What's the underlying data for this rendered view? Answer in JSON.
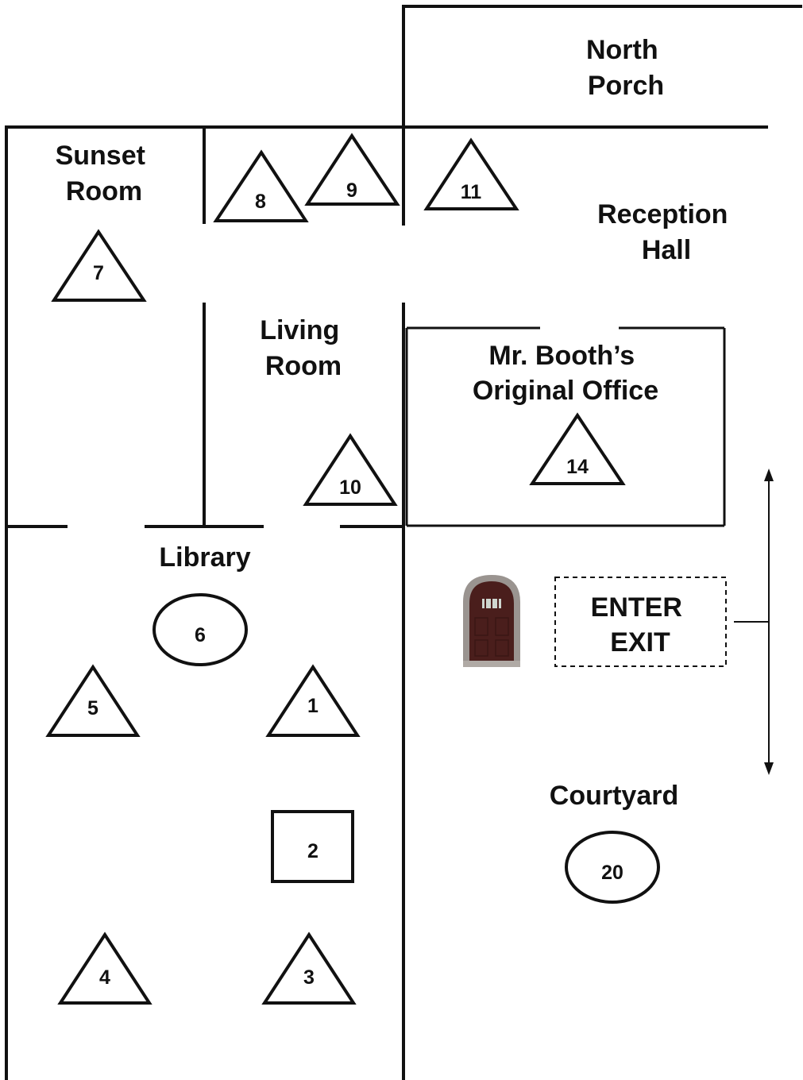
{
  "rooms": {
    "north_porch": [
      "North",
      "Porch"
    ],
    "sunset_room": [
      "Sunset",
      "Room"
    ],
    "reception_hall": [
      "Reception",
      "Hall"
    ],
    "living_room": [
      "Living",
      "Room"
    ],
    "office": [
      "Mr. Booth’s",
      "Original Office"
    ],
    "library": [
      "Library"
    ],
    "courtyard": [
      "Courtyard"
    ]
  },
  "entrance": {
    "label_line1": "ENTER",
    "label_line2": "EXIT",
    "door_icon": "arched-door-icon",
    "arrow_icon": "double-arrow-icon"
  },
  "stops": [
    {
      "id": "1",
      "shape": "triangle"
    },
    {
      "id": "2",
      "shape": "square"
    },
    {
      "id": "3",
      "shape": "triangle"
    },
    {
      "id": "4",
      "shape": "triangle"
    },
    {
      "id": "5",
      "shape": "triangle"
    },
    {
      "id": "6",
      "shape": "circle"
    },
    {
      "id": "7",
      "shape": "triangle"
    },
    {
      "id": "8",
      "shape": "triangle"
    },
    {
      "id": "9",
      "shape": "triangle-inverted"
    },
    {
      "id": "10",
      "shape": "triangle"
    },
    {
      "id": "11",
      "shape": "triangle"
    },
    {
      "id": "14",
      "shape": "triangle"
    },
    {
      "id": "20",
      "shape": "circle"
    }
  ],
  "colors": {
    "walls": "#111111",
    "background": "#ffffff",
    "door": "#4a1e1c",
    "door_frame": "#9a9490"
  }
}
